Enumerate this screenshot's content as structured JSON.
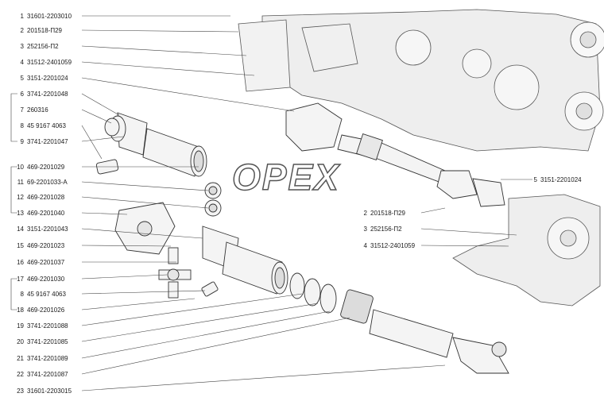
{
  "watermark": {
    "text": "OPEX",
    "color": "#555555"
  },
  "colors": {
    "line": "#333333",
    "part_fill": "#f4f4f4",
    "engine_fill": "#eeeeee"
  },
  "left_callouts": [
    {
      "num": "1",
      "code": "31601-2203010"
    },
    {
      "num": "2",
      "code": "201518-П29"
    },
    {
      "num": "3",
      "code": "252156-П2"
    },
    {
      "num": "4",
      "code": "31512-2401059"
    },
    {
      "num": "5",
      "code": "3151-2201024"
    },
    {
      "num": "6",
      "code": "3741-2201048"
    },
    {
      "num": "7",
      "code": "260316"
    },
    {
      "num": "8",
      "code": "45 9167 4063"
    },
    {
      "num": "9",
      "code": "3741-2201047"
    },
    {
      "num": "10",
      "code": "469-2201029"
    },
    {
      "num": "11",
      "code": "69-2201033-А"
    },
    {
      "num": "12",
      "code": "469-2201028"
    },
    {
      "num": "13",
      "code": "469-2201040"
    },
    {
      "num": "14",
      "code": "3151-2201043"
    },
    {
      "num": "15",
      "code": "469-2201023"
    },
    {
      "num": "16",
      "code": "469-2201037"
    },
    {
      "num": "17",
      "code": "469-2201030"
    },
    {
      "num": "8",
      "code": "45 9167 4063"
    },
    {
      "num": "18",
      "code": "469-2201026"
    },
    {
      "num": "19",
      "code": "3741-2201088"
    },
    {
      "num": "20",
      "code": "3741-2201085"
    },
    {
      "num": "21",
      "code": "3741-2201089"
    },
    {
      "num": "22",
      "code": "3741-2201087"
    },
    {
      "num": "23",
      "code": "31601-2203015"
    }
  ],
  "right_callouts": [
    {
      "num": "5",
      "code": "3151-2201024"
    },
    {
      "num": "2",
      "code": "201518-П29"
    },
    {
      "num": "3",
      "code": "252156-П2"
    },
    {
      "num": "4",
      "code": "31512-2401059"
    }
  ]
}
